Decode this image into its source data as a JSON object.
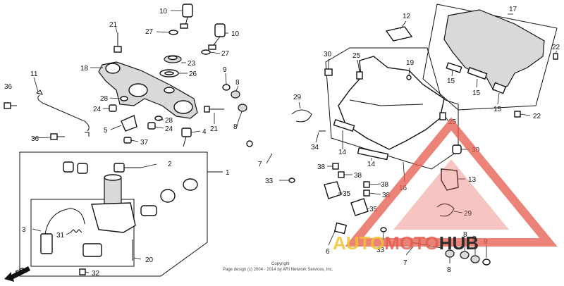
{
  "callouts": [
    {
      "id": "c10a",
      "text": "10"
    },
    {
      "id": "c27a",
      "text": "27"
    },
    {
      "id": "c21a",
      "text": "21"
    },
    {
      "id": "c10b",
      "text": "10"
    },
    {
      "id": "c27b",
      "text": "27"
    },
    {
      "id": "c23",
      "text": "23"
    },
    {
      "id": "c18",
      "text": "18"
    },
    {
      "id": "c26",
      "text": "26"
    },
    {
      "id": "c11",
      "text": "11"
    },
    {
      "id": "c36a",
      "text": "36"
    },
    {
      "id": "c28a",
      "text": "28"
    },
    {
      "id": "c24a",
      "text": "24"
    },
    {
      "id": "c28b",
      "text": "28"
    },
    {
      "id": "c24b",
      "text": "24"
    },
    {
      "id": "c5",
      "text": "5"
    },
    {
      "id": "c36b",
      "text": "36"
    },
    {
      "id": "c37",
      "text": "37"
    },
    {
      "id": "c4",
      "text": "4"
    },
    {
      "id": "c21b",
      "text": "21"
    },
    {
      "id": "c9a",
      "text": "9"
    },
    {
      "id": "c8a",
      "text": "8"
    },
    {
      "id": "c8b",
      "text": "8"
    },
    {
      "id": "c7a",
      "text": "7"
    },
    {
      "id": "c34",
      "text": "34"
    },
    {
      "id": "c33a",
      "text": "33"
    },
    {
      "id": "c2",
      "text": "2"
    },
    {
      "id": "c1",
      "text": "1"
    },
    {
      "id": "c3",
      "text": "3"
    },
    {
      "id": "c31",
      "text": "31"
    },
    {
      "id": "c20",
      "text": "20"
    },
    {
      "id": "c32",
      "text": "32"
    },
    {
      "id": "c12",
      "text": "12"
    },
    {
      "id": "c17",
      "text": "17"
    },
    {
      "id": "c30a",
      "text": "30"
    },
    {
      "id": "c25a",
      "text": "25"
    },
    {
      "id": "c19",
      "text": "19"
    },
    {
      "id": "c22a",
      "text": "22"
    },
    {
      "id": "c15a",
      "text": "15"
    },
    {
      "id": "c15b",
      "text": "15"
    },
    {
      "id": "c15c",
      "text": "15"
    },
    {
      "id": "c22b",
      "text": "22"
    },
    {
      "id": "c29a",
      "text": "29"
    },
    {
      "id": "c25b",
      "text": "25"
    },
    {
      "id": "c14a",
      "text": "14"
    },
    {
      "id": "c14b",
      "text": "14"
    },
    {
      "id": "c30b",
      "text": "30"
    },
    {
      "id": "c38a",
      "text": "38"
    },
    {
      "id": "c38b",
      "text": "38"
    },
    {
      "id": "c38c",
      "text": "38"
    },
    {
      "id": "c38d",
      "text": "38"
    },
    {
      "id": "c35a",
      "text": "35"
    },
    {
      "id": "c35b",
      "text": "35"
    },
    {
      "id": "c16",
      "text": "16"
    },
    {
      "id": "c13",
      "text": "13"
    },
    {
      "id": "c29b",
      "text": "29"
    },
    {
      "id": "c6",
      "text": "6"
    },
    {
      "id": "c33b",
      "text": "33"
    },
    {
      "id": "c7b",
      "text": "7"
    },
    {
      "id": "c8c",
      "text": "8"
    },
    {
      "id": "c8d",
      "text": "8"
    },
    {
      "id": "c9b",
      "text": "9"
    },
    {
      "id": "c8e",
      "text": "8"
    }
  ],
  "direction_label": "FR",
  "copyright_line1": "Copyright",
  "copyright_line2": "Page design (c) 2004 - 2014 by ARI Network Services, Inc.",
  "watermark": {
    "part1": "AUTO",
    "part2": "MOTO",
    "part3": "HUB"
  },
  "colors": {
    "ink": "#111111",
    "watermark_triangle": "#e45a4c",
    "watermark_yellow": "#f2c230",
    "watermark_dark": "#2c2c2c"
  }
}
